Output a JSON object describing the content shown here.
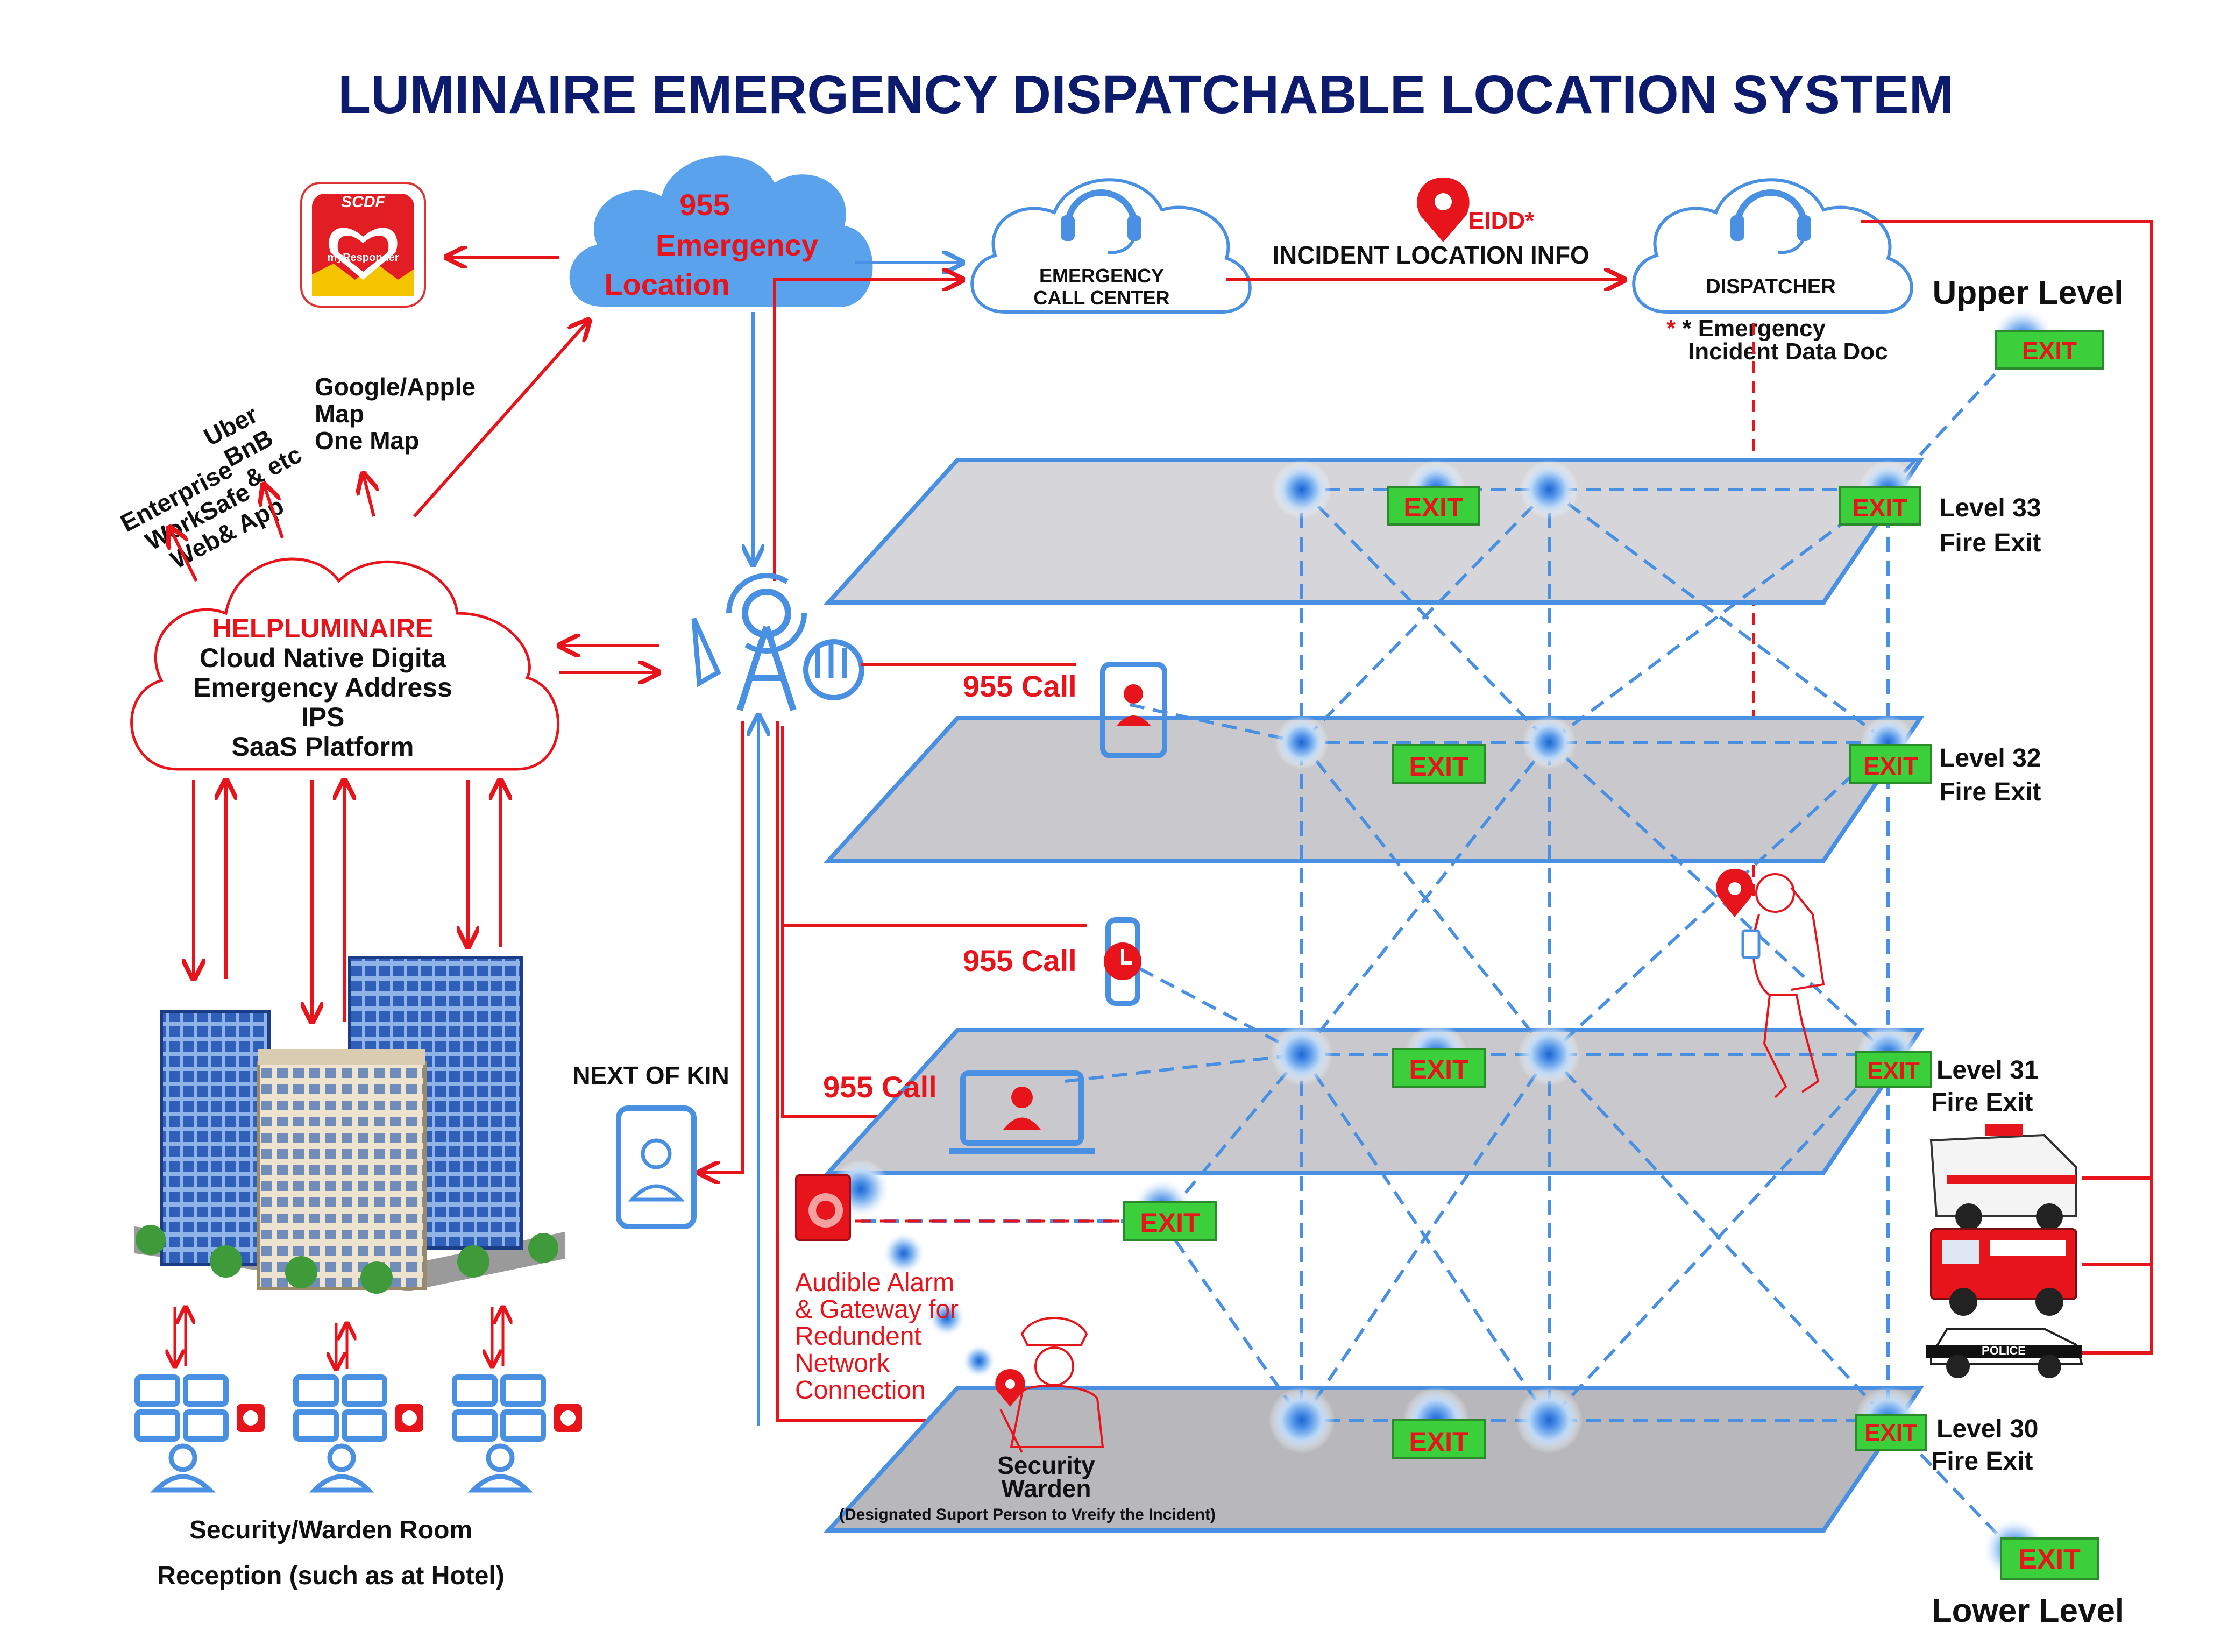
{
  "title": "LUMINAIRE EMERGENCY DISPATCHABLE LOCATION SYSTEM",
  "app_logo": {
    "brand": "SCDF",
    "name": "myResponder"
  },
  "cloud_955": {
    "line1": "955",
    "line2": "Emergency",
    "line3": "Location"
  },
  "call_center": {
    "line1": "EMERGENCY",
    "line2": "CALL CENTER"
  },
  "dispatcher": {
    "label": "DISPATCHER"
  },
  "eidd": {
    "tag": "EIDD*",
    "info": "INCIDENT LOCATION INFO",
    "note_line1": "* Emergency",
    "note_line2": "Incident Data Doc"
  },
  "integrations": {
    "enterprise": [
      "Enterprise",
      "WorkSafe",
      "Web& App"
    ],
    "uber": [
      "Uber",
      "BnB",
      "& etc"
    ],
    "maps": [
      "Google/Apple",
      "Map",
      "One Map"
    ]
  },
  "platform": {
    "name": "HELPLUMINAIRE",
    "line1": "Cloud Native Digita",
    "line2": "Emergency Address",
    "line3": "IPS",
    "line4": "SaaS Platform"
  },
  "next_of_kin": "NEXT OF KIN",
  "calls": {
    "c1": "955 Call",
    "c2": "955 Call",
    "c3": "955 Call"
  },
  "alarm_text": [
    "Audible Alarm",
    "& Gateway for",
    "Redundent",
    "Network",
    "Connection"
  ],
  "warden": {
    "line1": "Security",
    "line2": "Warden",
    "note": "(Designated Suport Person to Vreify the Incident)"
  },
  "rooms": {
    "line1": "Security/Warden Room",
    "line2": "Reception (such as at Hotel)"
  },
  "upper_level": "Upper Level",
  "lower_level": "Lower Level",
  "exit_label": "EXIT",
  "levels": [
    {
      "name": "Level 33",
      "sub": "Fire Exit"
    },
    {
      "name": "Level 32",
      "sub": "Fire Exit"
    },
    {
      "name": "Level 31",
      "sub": "Fire Exit"
    },
    {
      "name": "Level 30",
      "sub": "Fire Exit"
    }
  ],
  "vehicle_labels": {
    "police": "POLICE"
  },
  "colors": {
    "red": "#e8141b",
    "blue": "#4a90e2",
    "navy": "#0d1b6e",
    "floor": "#d0d0d4",
    "exit_green": "#3ccf3c"
  }
}
